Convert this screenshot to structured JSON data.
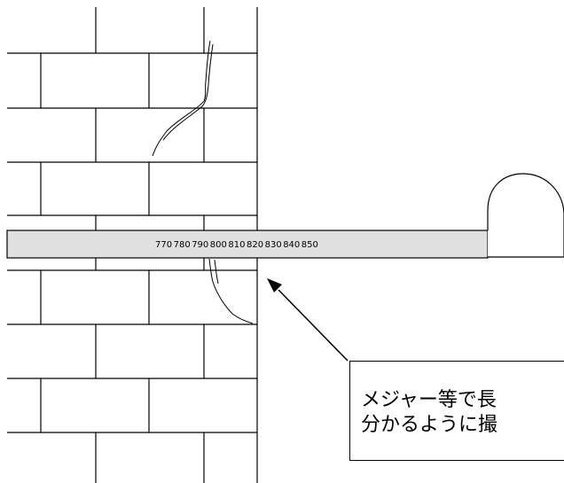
{
  "tape_measure": {
    "tick_labels": [
      "770",
      "780",
      "790",
      "800",
      "810",
      "820",
      "830",
      "840",
      "850"
    ],
    "tape_color": "#e0e0e0"
  },
  "callout": {
    "line1": "メジャー等で長",
    "line2": "分かるように撮"
  },
  "colors": {
    "line": "#000000",
    "background": "#ffffff"
  }
}
